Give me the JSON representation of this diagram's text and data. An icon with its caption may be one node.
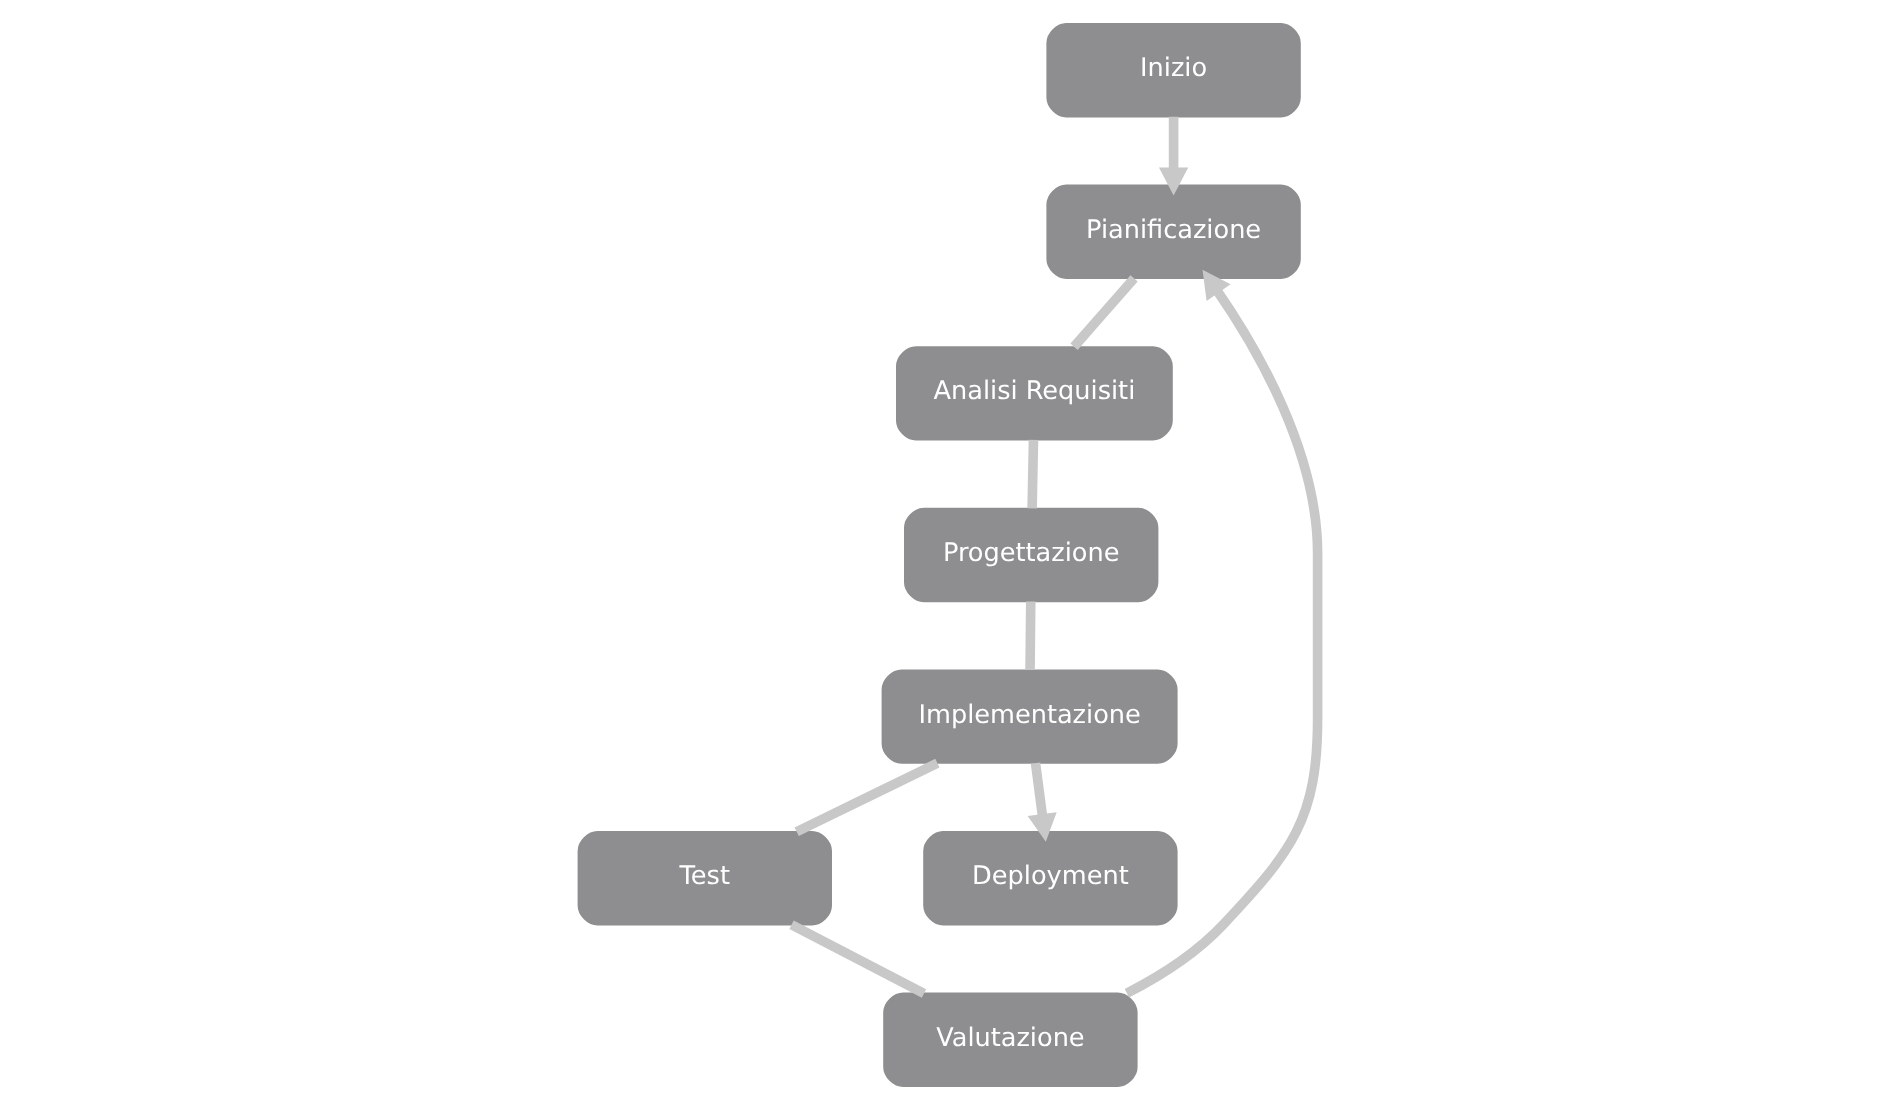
{
  "diagram": {
    "nodes": [
      {
        "text": [
          "Inizio"
        ]
      },
      {
        "text": [
          "Pianificazione"
        ]
      },
      {
        "text": [
          "Valutazione"
        ]
      },
      {
        "text": [
          "Analisi Requisiti"
        ]
      },
      {
        "text": [
          "Test"
        ]
      },
      {
        "text": [
          "Progettazione"
        ]
      },
      {
        "text": [
          "Implementazione"
        ]
      },
      {
        "text": [
          "Deployment"
        ]
      }
    ],
    "edges": [
      {
        "from": 0,
        "to": 1,
        "arrow": "to"
      },
      {
        "from": 1,
        "to": 3,
        "arrow": "none"
      },
      {
        "from": 3,
        "to": 5,
        "arrow": "none"
      },
      {
        "from": 5,
        "to": 6,
        "arrow": "none"
      },
      {
        "from": 6,
        "to": 4,
        "arrow": "none"
      },
      {
        "from": 4,
        "to": 2,
        "arrow": "none"
      },
      {
        "from": 2,
        "to": 1,
        "arrow": "to"
      },
      {
        "from": 6,
        "to": 7,
        "arrow": "to"
      }
    ]
  }
}
